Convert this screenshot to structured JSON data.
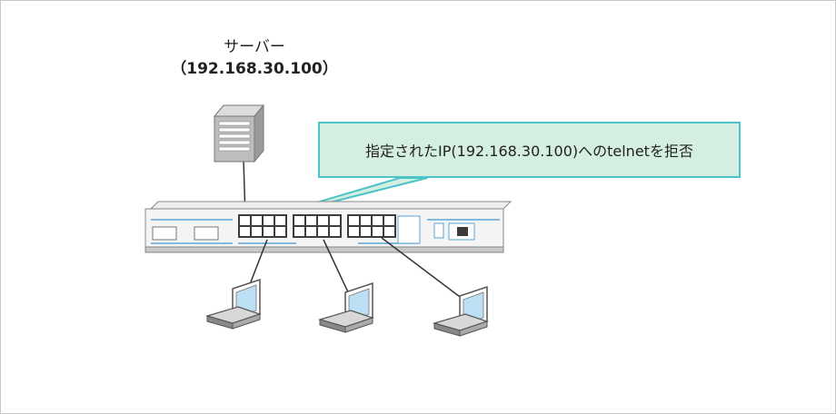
{
  "server": {
    "name": "サーバー",
    "ip": "（192.168.30.100）"
  },
  "callout": {
    "text": "指定されたIP(192.168.30.100)へのtelnetを拒否"
  },
  "colors": {
    "callout_fill": "#d4efe2",
    "callout_border": "#4cc3c9",
    "switch_accent": "#5aa6d6"
  }
}
